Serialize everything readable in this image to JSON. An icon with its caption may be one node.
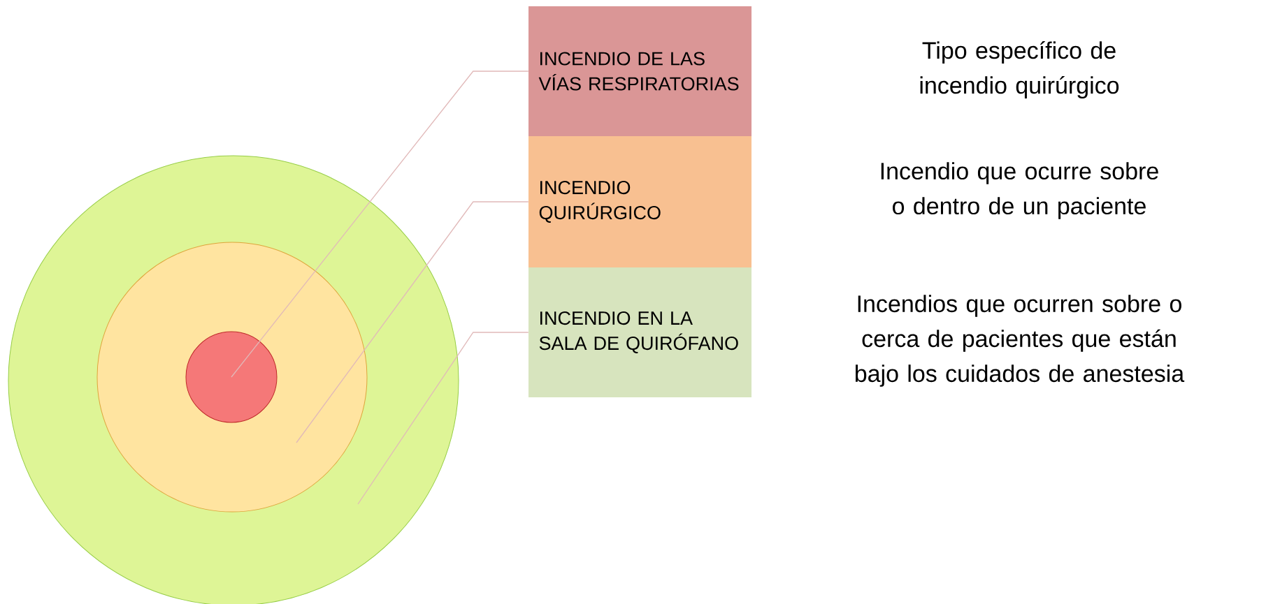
{
  "diagram": {
    "nodes": [
      {
        "text": [],
        "shape": "circle"
      },
      {
        "text": [],
        "shape": "circle",
        "in": 0
      },
      {
        "text": [],
        "shape": "circle",
        "in": 1
      },
      {
        "text": [
          "INCENDIO DE LAS VÍAS RESPIRATORIAS"
        ]
      },
      {
        "text": [
          "INCENDIO QUIRÚRGICO"
        ]
      },
      {
        "text": [
          "INCENDIO EN LA SALA DE QUIRÓFANO"
        ]
      }
    ],
    "edges": [
      {
        "from": 3,
        "to": 2,
        "arrow": "none"
      },
      {
        "from": 4,
        "to": 1,
        "arrow": "none"
      },
      {
        "from": 5,
        "to": 0,
        "arrow": "none"
      }
    ],
    "labels": [
      "Tipo específico de incendio quirúrgico",
      "Incendio que ocurre sobre o dentro de un paciente",
      "Incendios que ocurren sobre o cerca de pacientes que están bajo los cuidados de anestesia"
    ]
  }
}
